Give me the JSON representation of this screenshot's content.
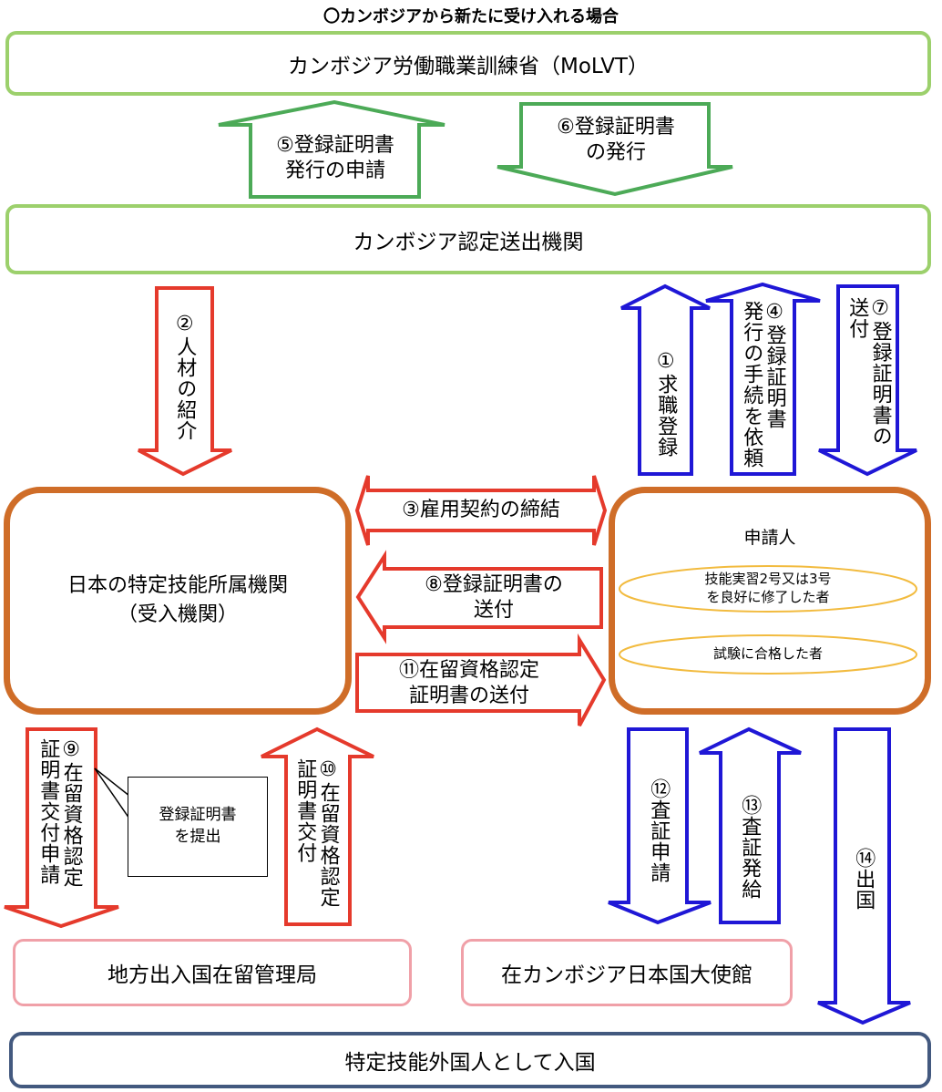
{
  "title": "〇カンボジアから新たに受け入れる場合",
  "nodes": {
    "mol": "カンボジア労働職業訓練省（MoLVT）",
    "sending": "カンボジア認定送出機関",
    "receiving": "日本の特定技能所属機関\n（受入機関）",
    "applicant": "申請人",
    "applicant_cond1": "技能実習2号又は3号\nを良好に修了した者",
    "applicant_cond2": "試験に合格した者",
    "immigration": "地方出入国在留管理局",
    "embassy": "在カンボジア日本国大使館",
    "entry": "特定技能外国人として入国"
  },
  "arrows": {
    "a1": "①求職登録",
    "a2": "②人材の紹介",
    "a3": "③雇用契約の締結",
    "a4": "④登録証明書\n発行の手続を依頼",
    "a5": "⑤登録証明書\n発行の申請",
    "a6": "⑥登録証明書\nの発行",
    "a7": "⑦登録証明書の\n送付",
    "a8": "⑧登録証明書の\n送付",
    "a9": "⑨在留資格認定\n証明書交付申請",
    "a10": "⑩在留資格認定\n証明書交付",
    "a11": "⑪在留資格認定\n証明書の送付",
    "a12": "⑫査証申請",
    "a13": "⑬査証発給",
    "a14": "⑭出国"
  },
  "callout": "登録証明書\nを提出",
  "colors": {
    "green": "#9cd06c",
    "green_arrow": "#4caa57",
    "red_arrow": "#e53a2c",
    "blue_arrow": "#1f17d6",
    "brown": "#cf6d28",
    "pink": "#f0a0a8",
    "navy": "#43597f",
    "ellipse": "#f2bb3f"
  }
}
